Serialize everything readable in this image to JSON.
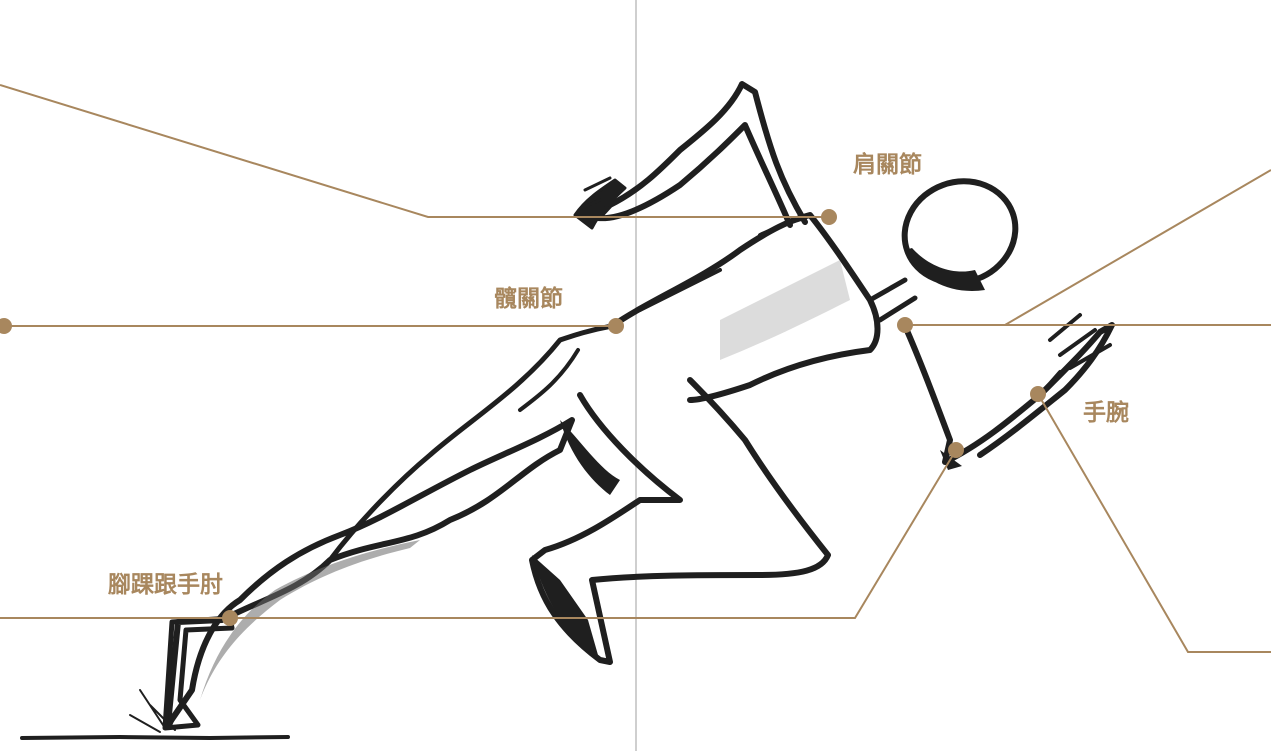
{
  "labels": {
    "shoulder": "肩關節",
    "hip": "髖關節",
    "wrist": "手腕",
    "ankle_elbow": "腳踝跟手肘"
  },
  "colors": {
    "callout": "#a8875e",
    "ink": "#1f1f1f",
    "divider": "#cfcfcf",
    "background": "#ffffff"
  }
}
